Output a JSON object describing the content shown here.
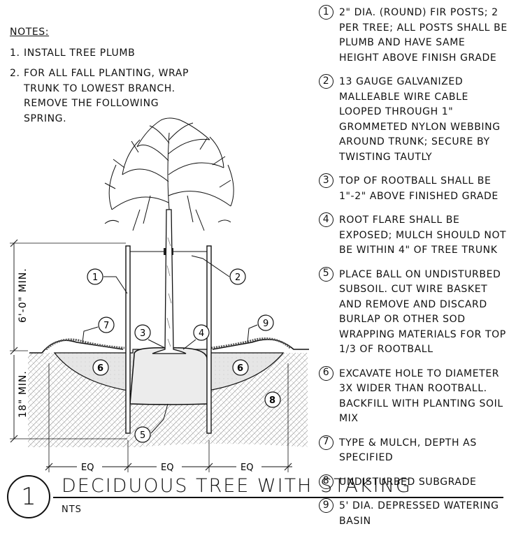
{
  "notes": {
    "title": "NOTES:",
    "items": [
      {
        "num": "1.",
        "text": "INSTALL TREE PLUMB"
      },
      {
        "num": "2.",
        "text": "FOR ALL FALL PLANTING, WRAP TRUNK TO LOWEST BRANCH. REMOVE THE FOLLOWING SPRING."
      }
    ]
  },
  "keynotes": [
    {
      "num": "1",
      "text": "2\" DIA. (ROUND) FIR POSTS; 2 PER TREE; ALL POSTS SHALL BE PLUMB AND HAVE SAME HEIGHT ABOVE FINISH GRADE"
    },
    {
      "num": "2",
      "text": "13 GAUGE GALVANIZED MALLEABLE WIRE CABLE LOOPED THROUGH 1\" GROMMETED NYLON WEBBING AROUND TRUNK; SECURE BY TWISTING TAUTLY"
    },
    {
      "num": "3",
      "text": "TOP OF ROOTBALL SHALL BE 1\"-2\" ABOVE FINISHED GRADE"
    },
    {
      "num": "4",
      "text": "ROOT FLARE SHALL BE EXPOSED; MULCH SHOULD NOT BE WITHIN 4\" OF TREE TRUNK"
    },
    {
      "num": "5",
      "text": "PLACE BALL ON UNDISTURBED SUBSOIL. CUT WIRE BASKET AND REMOVE AND DISCARD BURLAP OR OTHER SOD WRAPPING MATERIALS FOR TOP 1/3 OF ROOTBALL"
    },
    {
      "num": "6",
      "text": "EXCAVATE HOLE TO DIAMETER 3X WIDER THAN ROOTBALL. BACKFILL WITH PLANTING SOIL MIX"
    },
    {
      "num": "7",
      "text": "TYPE & MULCH, DEPTH AS SPECIFIED"
    },
    {
      "num": "8",
      "text": "UNDISTURBED SUBGRADE"
    },
    {
      "num": "9",
      "text": "5' DIA. DEPRESSED WATERING BASIN"
    }
  ],
  "dimensions": {
    "height_above": "6'-0\" MIN.",
    "depth_below": "18\" MIN.",
    "eq_labels": [
      "EQ",
      "EQ",
      "EQ"
    ]
  },
  "callouts": [
    "1",
    "2",
    "3",
    "4",
    "5",
    "6",
    "6",
    "7",
    "8",
    "9"
  ],
  "detail": {
    "number": "1",
    "title": "DECIDUOUS TREE WITH STAKING",
    "scale": "NTS"
  }
}
